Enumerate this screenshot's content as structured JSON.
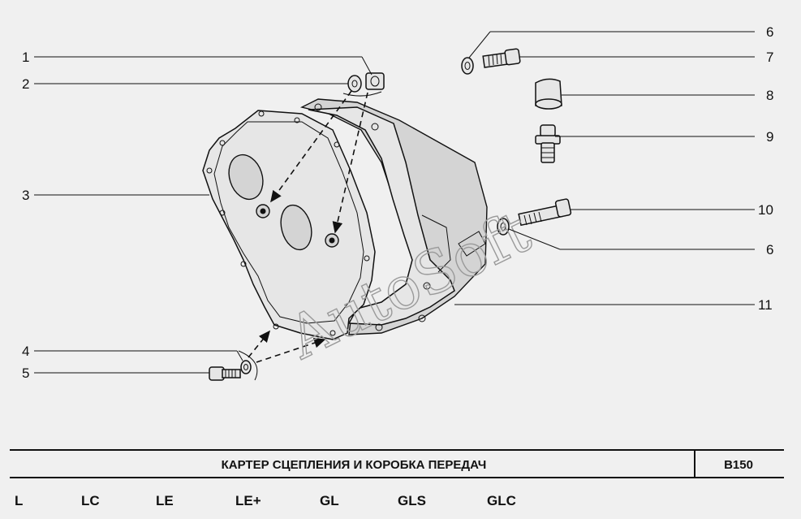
{
  "callouts": [
    {
      "id": "c1",
      "num": "1"
    },
    {
      "id": "c2",
      "num": "2"
    },
    {
      "id": "c3",
      "num": "3"
    },
    {
      "id": "c4",
      "num": "4"
    },
    {
      "id": "c5",
      "num": "5"
    },
    {
      "id": "c6a",
      "num": "6"
    },
    {
      "id": "c7",
      "num": "7"
    },
    {
      "id": "c8",
      "num": "8"
    },
    {
      "id": "c9",
      "num": "9"
    },
    {
      "id": "c10",
      "num": "10"
    },
    {
      "id": "c6b",
      "num": "6"
    },
    {
      "id": "c11",
      "num": "11"
    }
  ],
  "watermark": "AutoSoft",
  "footer": {
    "title": "КАРТЕР СЦЕПЛЕНИЯ И КОРОБКА ПЕРЕДАЧ",
    "code": "B150",
    "trims": [
      "L",
      "LC",
      "LE",
      "LE+",
      "GL",
      "GLS",
      "GLC"
    ]
  }
}
